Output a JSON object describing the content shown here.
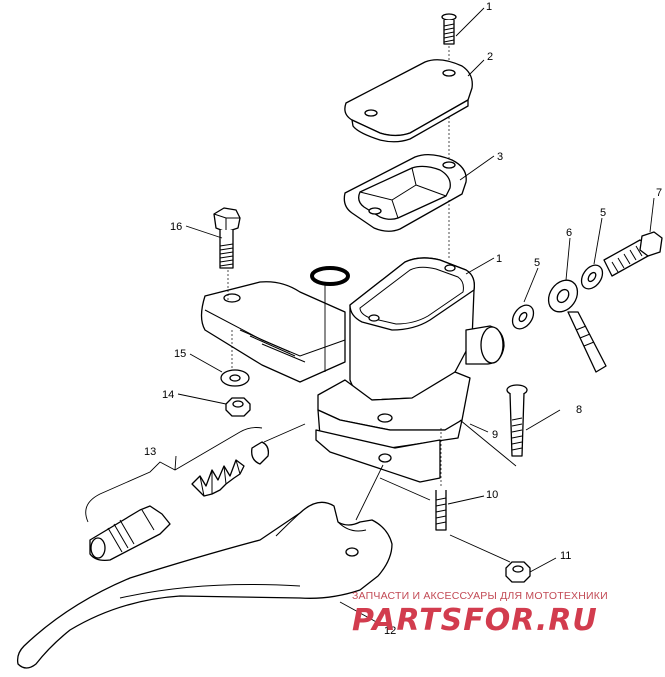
{
  "callouts": [
    "1",
    "2",
    "3",
    "1",
    "5",
    "6",
    "5",
    "7",
    "16",
    "15",
    "14",
    "13",
    "8",
    "9",
    "10",
    "11",
    "12"
  ],
  "watermark": {
    "tagline": "ЗАПЧАСТИ И АКСЕССУАРЫ ДЛЯ МОТОТЕХНИКИ",
    "brand": "PARTSFOR.RU",
    "color": "#d23c4e"
  },
  "icons": [
    "screw-icon",
    "reservoir-cover-icon",
    "diaphragm-icon",
    "reservoir-body-icon",
    "washer-icon",
    "banjo-fitting-icon",
    "banjo-bolt-icon",
    "clamp-bolt-icon",
    "piston-assembly-icon",
    "pivot-bolt-icon",
    "nut-icon",
    "brake-lever-icon",
    "o-ring-icon"
  ]
}
